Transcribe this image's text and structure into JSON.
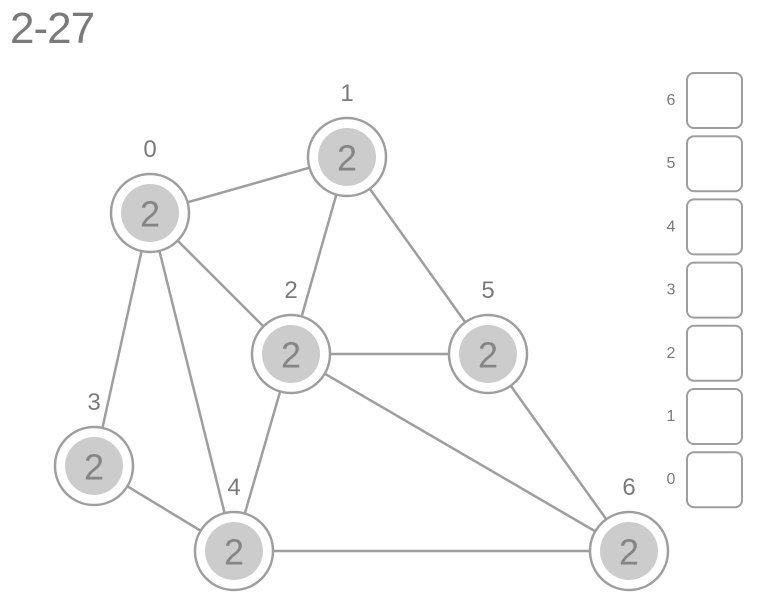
{
  "title": "2-27",
  "graph": {
    "nodes": [
      {
        "id": "0",
        "value": "2"
      },
      {
        "id": "1",
        "value": "2"
      },
      {
        "id": "2",
        "value": "2"
      },
      {
        "id": "3",
        "value": "2"
      },
      {
        "id": "4",
        "value": "2"
      },
      {
        "id": "5",
        "value": "2"
      },
      {
        "id": "6",
        "value": "2"
      }
    ],
    "edges": [
      [
        "0",
        "1"
      ],
      [
        "0",
        "2"
      ],
      [
        "0",
        "3"
      ],
      [
        "0",
        "4"
      ],
      [
        "1",
        "2"
      ],
      [
        "1",
        "5"
      ],
      [
        "2",
        "5"
      ],
      [
        "2",
        "4"
      ],
      [
        "2",
        "6"
      ],
      [
        "3",
        "4"
      ],
      [
        "4",
        "6"
      ],
      [
        "5",
        "6"
      ]
    ]
  },
  "slots": [
    {
      "label": "6"
    },
    {
      "label": "5"
    },
    {
      "label": "4"
    },
    {
      "label": "3"
    },
    {
      "label": "2"
    },
    {
      "label": "1"
    },
    {
      "label": "0"
    }
  ],
  "colors": {
    "line": "#9e9e9e",
    "node_fill": "#cccccc",
    "text": "#7a7a7a"
  }
}
